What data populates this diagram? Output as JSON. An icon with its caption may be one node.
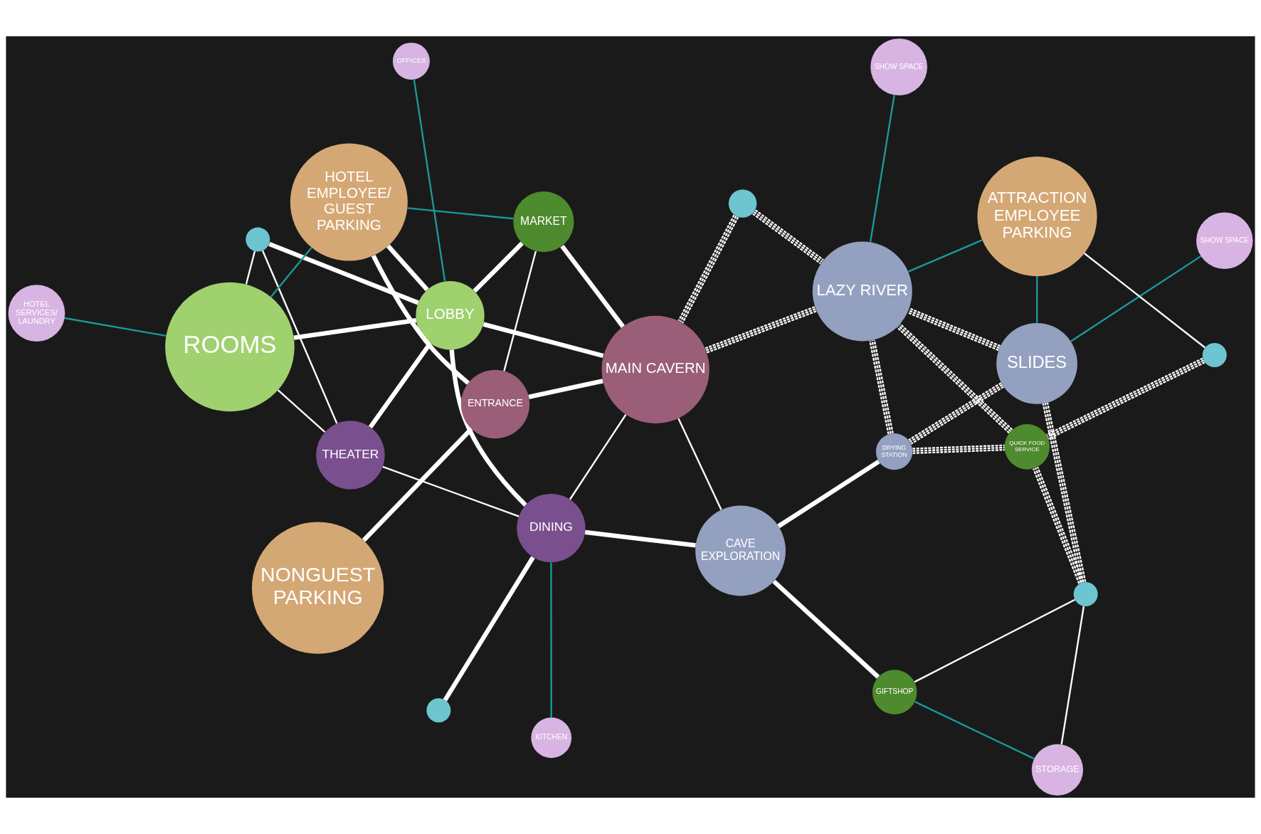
{
  "diagram": {
    "nodes": [
      {
        "text": [
          "STORAGE"
        ]
      },
      {
        "text": [
          "GIFTSHOP"
        ]
      },
      {
        "text": [],
        "shape": "circle"
      },
      {
        "text": [
          "SHOW SPACE"
        ]
      },
      {
        "text": [
          "SLIDES"
        ]
      },
      {
        "text": [
          "DRYING STATION"
        ]
      },
      {
        "text": [
          "CAVE EXPLORATION"
        ]
      },
      {
        "text": [
          "KITCHEN"
        ]
      },
      {
        "text": [],
        "shape": "circle"
      },
      {
        "text": [
          "THEATER"
        ]
      },
      {
        "text": [
          "HOTEL SERVICES/ LAUNDRY"
        ]
      },
      {
        "text": [
          "DINING"
        ]
      },
      {
        "text": [
          "QUICK FOOD SERVICE"
        ]
      },
      {
        "text": [
          "ATTRACTION EMPLOYEE PARKING"
        ]
      },
      {
        "text": [],
        "shape": "circle"
      },
      {
        "text": [
          "LAZY RIVER"
        ]
      },
      {
        "text": [
          "MAIN CAVERN"
        ]
      },
      {
        "text": [
          "LOBBY"
        ]
      },
      {
        "text": [],
        "shape": "circle"
      },
      {
        "text": [
          "ROOMS"
        ]
      },
      {
        "text": [
          "SHOW SPACE"
        ]
      },
      {
        "text": [],
        "shape": "circle"
      },
      {
        "text": [
          "OFFICES"
        ]
      },
      {
        "text": [
          "MARKET"
        ]
      },
      {
        "text": [
          "ENTRANCE"
        ]
      },
      {
        "text": [
          "NONGUEST PARKING"
        ]
      },
      {
        "text": [
          "HOTEL EMPLOYEE/ GUEST PARKING"
        ]
      }
    ],
    "edges": [
      {
        "from": 0,
        "to": 1,
        "arrow": "none",
        "color": "#1a9a9a"
      },
      {
        "from": 0,
        "to": 2,
        "arrow": "none"
      },
      {
        "from": 2,
        "to": 1,
        "arrow": "none"
      },
      {
        "from": 1,
        "to": 6,
        "arrow": "none",
        "style": "thick"
      },
      {
        "from": 2,
        "to": 12,
        "arrow": "none",
        "style": "dashed"
      },
      {
        "from": 2,
        "to": 4,
        "arrow": "none",
        "style": "dashed"
      },
      {
        "from": 4,
        "to": 5,
        "arrow": "none",
        "style": "dashed"
      },
      {
        "from": 5,
        "to": 12,
        "arrow": "none",
        "style": "dashed"
      },
      {
        "from": 3,
        "to": 4,
        "arrow": "none",
        "color": "#1a9a9a"
      },
      {
        "from": 4,
        "to": 13,
        "arrow": "none",
        "color": "#1a9a9a"
      },
      {
        "from": 5,
        "to": 6,
        "arrow": "none",
        "style": "thick"
      },
      {
        "from": 5,
        "to": 15,
        "arrow": "none",
        "style": "dashed"
      },
      {
        "from": 12,
        "to": 15,
        "arrow": "none",
        "style": "dashed"
      },
      {
        "from": 4,
        "to": 15,
        "arrow": "none",
        "style": "dashed"
      },
      {
        "from": 14,
        "to": 12,
        "arrow": "none",
        "style": "dashed"
      },
      {
        "from": 13,
        "to": 14,
        "arrow": "none"
      },
      {
        "from": 13,
        "to": 15,
        "arrow": "none",
        "color": "#1a9a9a"
      },
      {
        "from": 15,
        "to": 20,
        "arrow": "none",
        "color": "#1a9a9a"
      },
      {
        "from": 15,
        "to": 16,
        "arrow": "none",
        "style": "dashed"
      },
      {
        "from": 21,
        "to": 16,
        "arrow": "none",
        "style": "dashed"
      },
      {
        "from": 21,
        "to": 15,
        "arrow": "none",
        "style": "dashed"
      },
      {
        "from": 6,
        "to": 16,
        "arrow": "none"
      },
      {
        "from": 6,
        "to": 11,
        "arrow": "none",
        "style": "thick"
      },
      {
        "from": 7,
        "to": 11,
        "arrow": "none",
        "color": "#1a9a9a"
      },
      {
        "from": 8,
        "to": 11,
        "arrow": "none",
        "style": "thick"
      },
      {
        "from": 11,
        "to": 9,
        "arrow": "none"
      },
      {
        "from": 11,
        "to": 16,
        "arrow": "none"
      },
      {
        "from": 11,
        "to": 17,
        "arrow": "none",
        "style": "thick"
      },
      {
        "from": 9,
        "to": 17,
        "arrow": "none",
        "style": "thick"
      },
      {
        "from": 9,
        "to": 18,
        "arrow": "none"
      },
      {
        "from": 9,
        "to": 19,
        "arrow": "none"
      },
      {
        "from": 18,
        "to": 17,
        "arrow": "none",
        "style": "thick"
      },
      {
        "from": 18,
        "to": 19,
        "arrow": "none"
      },
      {
        "from": 10,
        "to": 19,
        "arrow": "none",
        "color": "#1a9a9a"
      },
      {
        "from": 16,
        "to": 17,
        "arrow": "none",
        "style": "thick"
      },
      {
        "from": 17,
        "to": 19,
        "arrow": "none",
        "style": "thick"
      },
      {
        "from": 17,
        "to": 22,
        "arrow": "none",
        "color": "#1a9a9a"
      },
      {
        "from": 17,
        "to": 23,
        "arrow": "none",
        "style": "thick"
      },
      {
        "from": 17,
        "to": 26,
        "arrow": "none",
        "style": "thick"
      },
      {
        "from": 16,
        "to": 23,
        "arrow": "none",
        "style": "thick"
      },
      {
        "from": 16,
        "to": 24,
        "arrow": "none",
        "style": "thick"
      },
      {
        "from": 23,
        "to": 24,
        "arrow": "none"
      },
      {
        "from": 23,
        "to": 26,
        "arrow": "none",
        "color": "#1a9a9a"
      },
      {
        "from": 24,
        "to": 25,
        "arrow": "none",
        "style": "thick"
      },
      {
        "from": 24,
        "to": 26,
        "arrow": "none",
        "style": "thick"
      },
      {
        "from": 19,
        "to": 26,
        "arrow": "none",
        "color": "#1a9a9a"
      }
    ]
  }
}
